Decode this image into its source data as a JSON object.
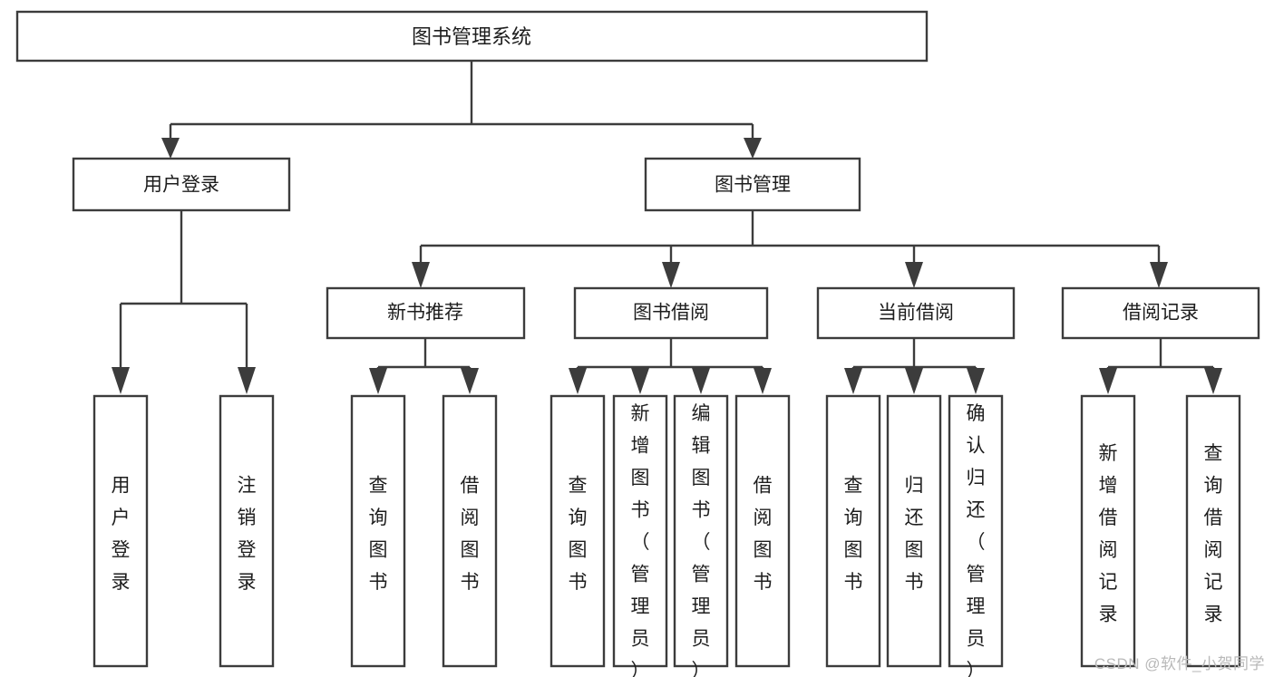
{
  "diagram": {
    "type": "tree-hierarchy-chart",
    "title_node": {
      "label": "图书管理系统"
    },
    "level2": [
      {
        "id": "user-login",
        "label": "用户登录"
      },
      {
        "id": "book-management",
        "label": "图书管理"
      }
    ],
    "level3": [
      {
        "id": "new-book-recommend",
        "label": "新书推荐"
      },
      {
        "id": "book-borrow",
        "label": "图书借阅"
      },
      {
        "id": "current-borrow",
        "label": "当前借阅"
      },
      {
        "id": "borrow-record",
        "label": "借阅记录"
      }
    ],
    "leaves": [
      {
        "id": "leaf-user-login",
        "label": "用户登录",
        "parent": "user-login"
      },
      {
        "id": "leaf-logout-login",
        "label": "注销登录",
        "parent": "user-login"
      },
      {
        "id": "leaf-query-book-1",
        "label": "查询图书",
        "parent": "new-book-recommend"
      },
      {
        "id": "leaf-borrow-book-1",
        "label": "借阅图书",
        "parent": "new-book-recommend"
      },
      {
        "id": "leaf-query-book-2",
        "label": "查询图书",
        "parent": "book-borrow"
      },
      {
        "id": "leaf-add-book",
        "label": "新增图书（管理员）",
        "parent": "book-borrow"
      },
      {
        "id": "leaf-edit-book",
        "label": "编辑图书（管理员）",
        "parent": "book-borrow"
      },
      {
        "id": "leaf-borrow-book-2",
        "label": "借阅图书",
        "parent": "book-borrow"
      },
      {
        "id": "leaf-query-book-3",
        "label": "查询图书",
        "parent": "current-borrow"
      },
      {
        "id": "leaf-return-book",
        "label": "归还图书",
        "parent": "current-borrow"
      },
      {
        "id": "leaf-confirm-return",
        "label": "确认归还（管理员）",
        "parent": "current-borrow"
      },
      {
        "id": "leaf-add-record",
        "label": "新增借阅记录",
        "parent": "borrow-record"
      },
      {
        "id": "leaf-query-record",
        "label": "查询借阅记录",
        "parent": "borrow-record"
      }
    ],
    "colors": {
      "stroke": "#3c3c3c",
      "fill": "#ffffff",
      "text": "#1d1d1d",
      "watermark": "#b9b9b9"
    }
  },
  "watermark": {
    "text": "CSDN @软件_小贺同学"
  }
}
